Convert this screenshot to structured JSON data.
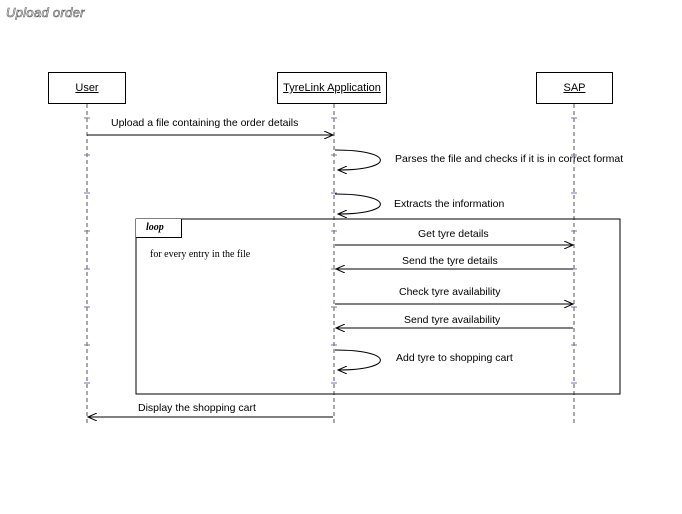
{
  "diagram": {
    "title": "Upload order",
    "lifelines": {
      "user": "User",
      "app": "TyreLink Application",
      "sap": "SAP"
    },
    "loop": {
      "tag": "loop",
      "guard": "for every entry in the file"
    },
    "messages": {
      "upload": "Upload a file containing the order details",
      "parse": "Parses the file and checks if it is in correct format",
      "extract": "Extracts the information",
      "get_details": "Get tyre details",
      "send_details": "Send the tyre details",
      "check_avail": "Check tyre availability",
      "send_avail": "Send tyre availability",
      "add_cart": "Add tyre to shopping cart",
      "display_cart": "Display the shopping cart"
    }
  }
}
